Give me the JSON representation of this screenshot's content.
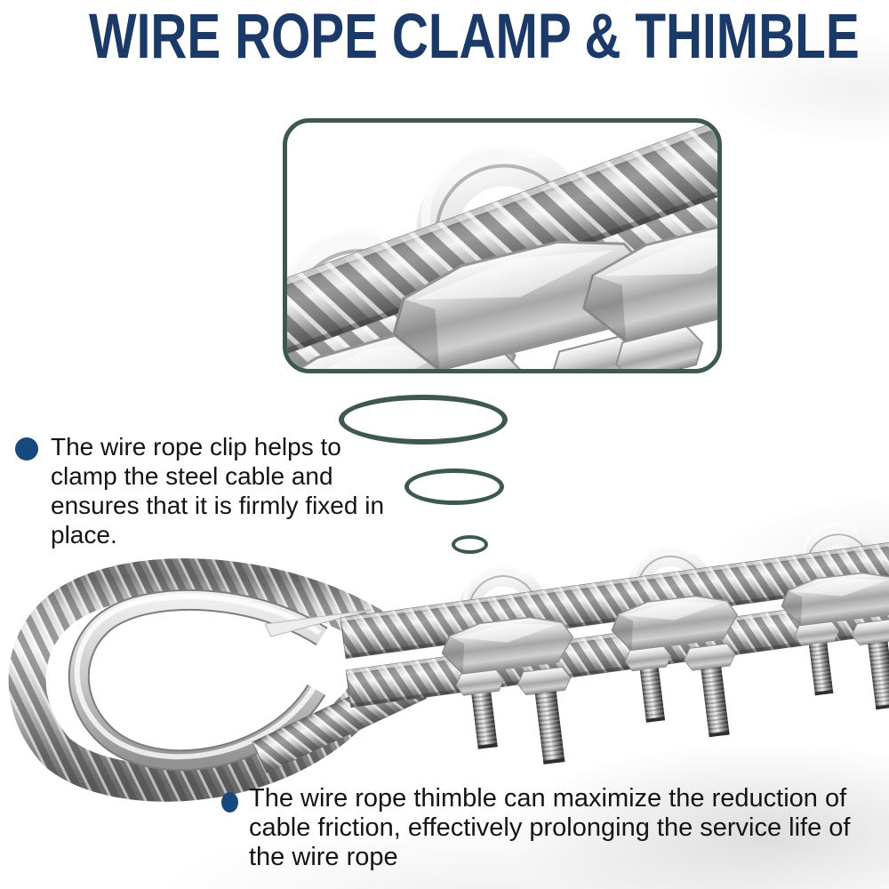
{
  "title": {
    "text": "WIRE ROPE CLAMP & THIMBLE"
  },
  "bullets": {
    "clip": "The wire rope clip helps to clamp the steel cable and ensures that it is firmly fixed in place.",
    "thimble": "The wire rope thimble can maximize the reduction of cable friction, effectively prolonging the service life of the wire rope"
  },
  "colors": {
    "title": "#1b3a68",
    "bullet": "#164a7c",
    "outline": "#3d5751",
    "text": "#141414",
    "background": "#ffffff"
  },
  "figures": {
    "closeup": "closeup-photo-of-wire-rope-clamps",
    "product": "wire-rope-with-thimble-and-three-clamps"
  }
}
